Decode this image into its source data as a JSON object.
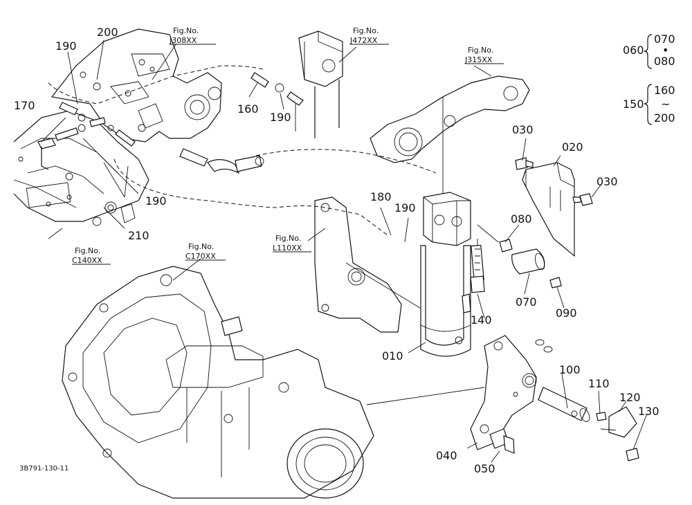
{
  "diagram": {
    "part_labels": {
      "p010": "010",
      "p020": "020",
      "p030a": "030",
      "p030b": "030",
      "p040": "040",
      "p050": "050",
      "p070": "070",
      "p080": "080",
      "p090": "090",
      "p100": "100",
      "p110": "110",
      "p120": "120",
      "p130": "130",
      "p140": "140",
      "p160": "160",
      "p170": "170",
      "p180": "180",
      "p190a": "190",
      "p190b": "190",
      "p190c": "190",
      "p190d": "190",
      "p200": "200",
      "p210": "210"
    },
    "fig_refs": {
      "j308": {
        "title": "Fig.No.",
        "code": "J308XX"
      },
      "j472": {
        "title": "Fig.No.",
        "code": "J472XX"
      },
      "j315": {
        "title": "Fig.No.",
        "code": "J315XX"
      },
      "l110": {
        "title": "Fig.No.",
        "code": "L110XX"
      },
      "c170": {
        "title": "Fig.No.",
        "code": "C170XX"
      },
      "c140": {
        "title": "Fig.No.",
        "code": "C140XX"
      }
    },
    "legend": {
      "set_060": {
        "label": "060",
        "top": "070",
        "sep": "•",
        "bottom": "080"
      },
      "set_150": {
        "label": "150",
        "top": "160",
        "sep": "~",
        "bottom": "200"
      }
    },
    "doc_code": "3B791-130-11"
  }
}
